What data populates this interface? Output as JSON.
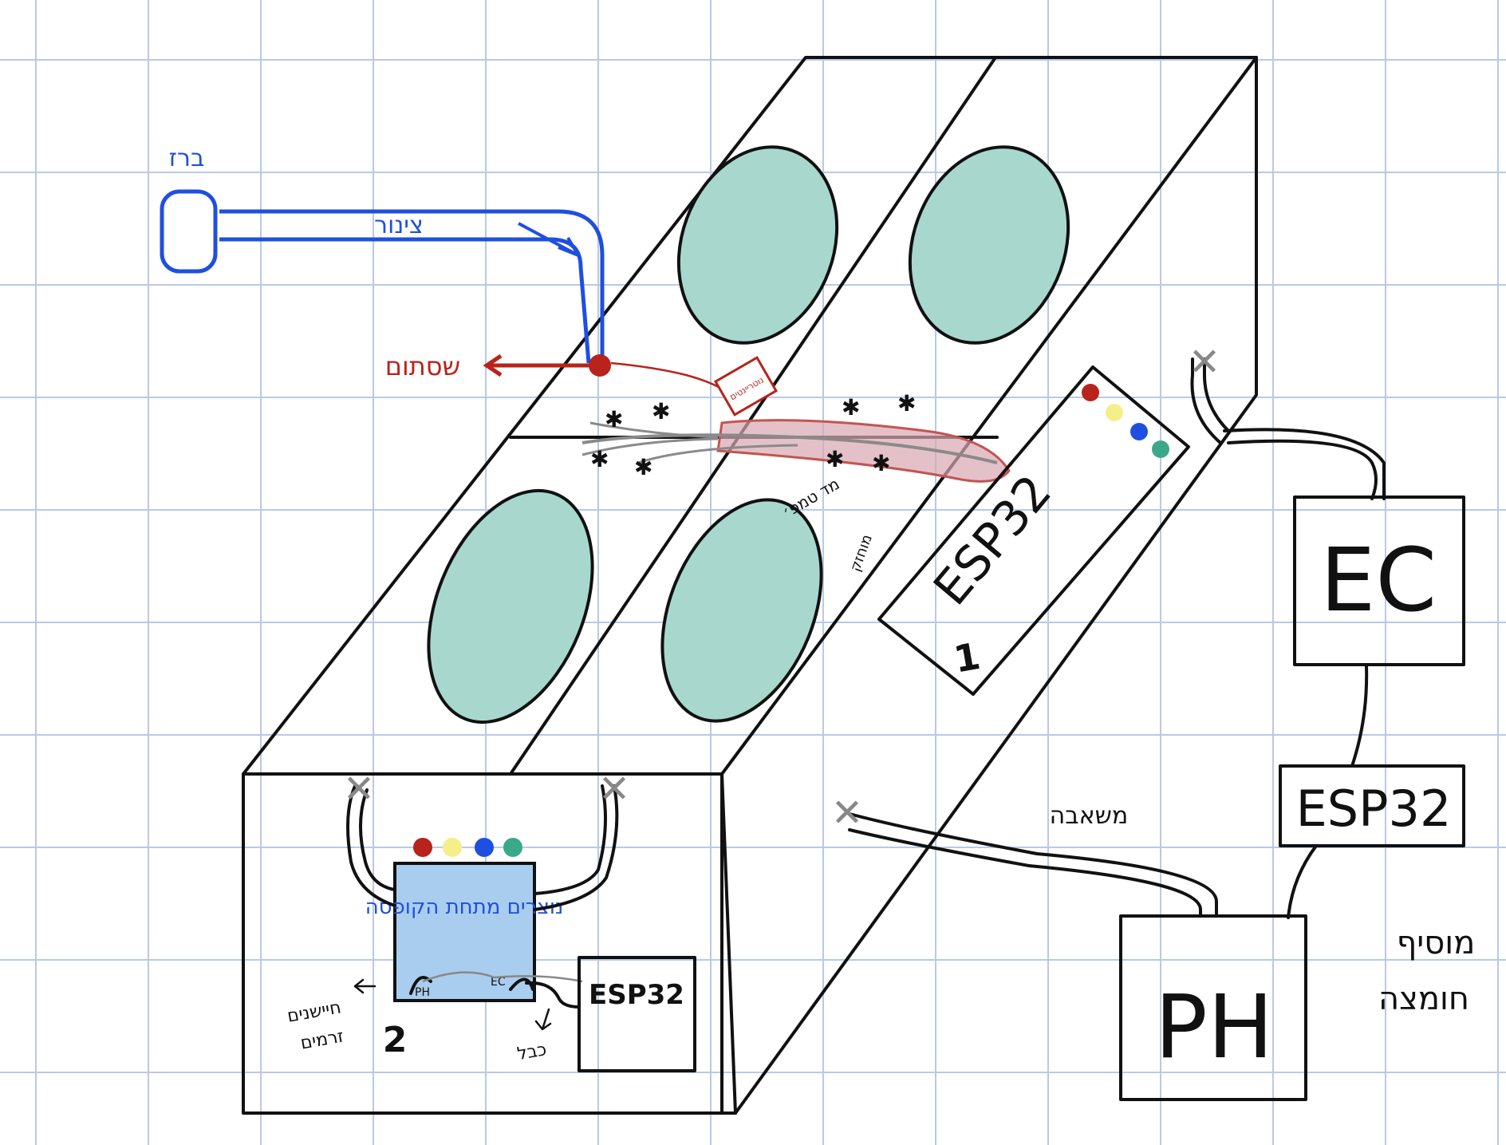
{
  "colors": {
    "grid": "#b9c9e6",
    "ink": "#111111",
    "water": "#1f4fe0",
    "hole": "#a8d8cd",
    "red": "#b8231b",
    "pink_fill": "#d9a7b1",
    "led_red": "#b8231b",
    "led_yellow": "#f5ef8a",
    "led_blue": "#1f4fe0",
    "led_green": "#3aa98a",
    "box_fill": "#a9cdee"
  },
  "labels": {
    "faucet": "ברז",
    "hose": "צינור",
    "nutrients": "נוטריינטים",
    "valve": "שסתום",
    "esp32_top": "ESP32",
    "esp32_top_number": "1",
    "temp_probe_note": "מד טמפ׳",
    "probe_note": "מוחזק",
    "electrical_box": "נוצרים מתחת הקופסה",
    "esp32_small_box": "ESP32",
    "box_number": "2",
    "ph_small": "PH",
    "ec_small": "EC",
    "left_note_1": "חיישנים",
    "left_note_2": "זרמים",
    "cable_note": "כבל",
    "ec_box": "EC",
    "esp32_right": "ESP32",
    "ph_box": "PH",
    "pump_label": "משאבה",
    "acid_label_1": "מוסיף",
    "acid_label_2": "חומצה"
  },
  "icons": {
    "faucet": "faucet-icon",
    "valve": "valve-icon",
    "pump_connector": "x-connector-icon",
    "led": "led-icon"
  }
}
